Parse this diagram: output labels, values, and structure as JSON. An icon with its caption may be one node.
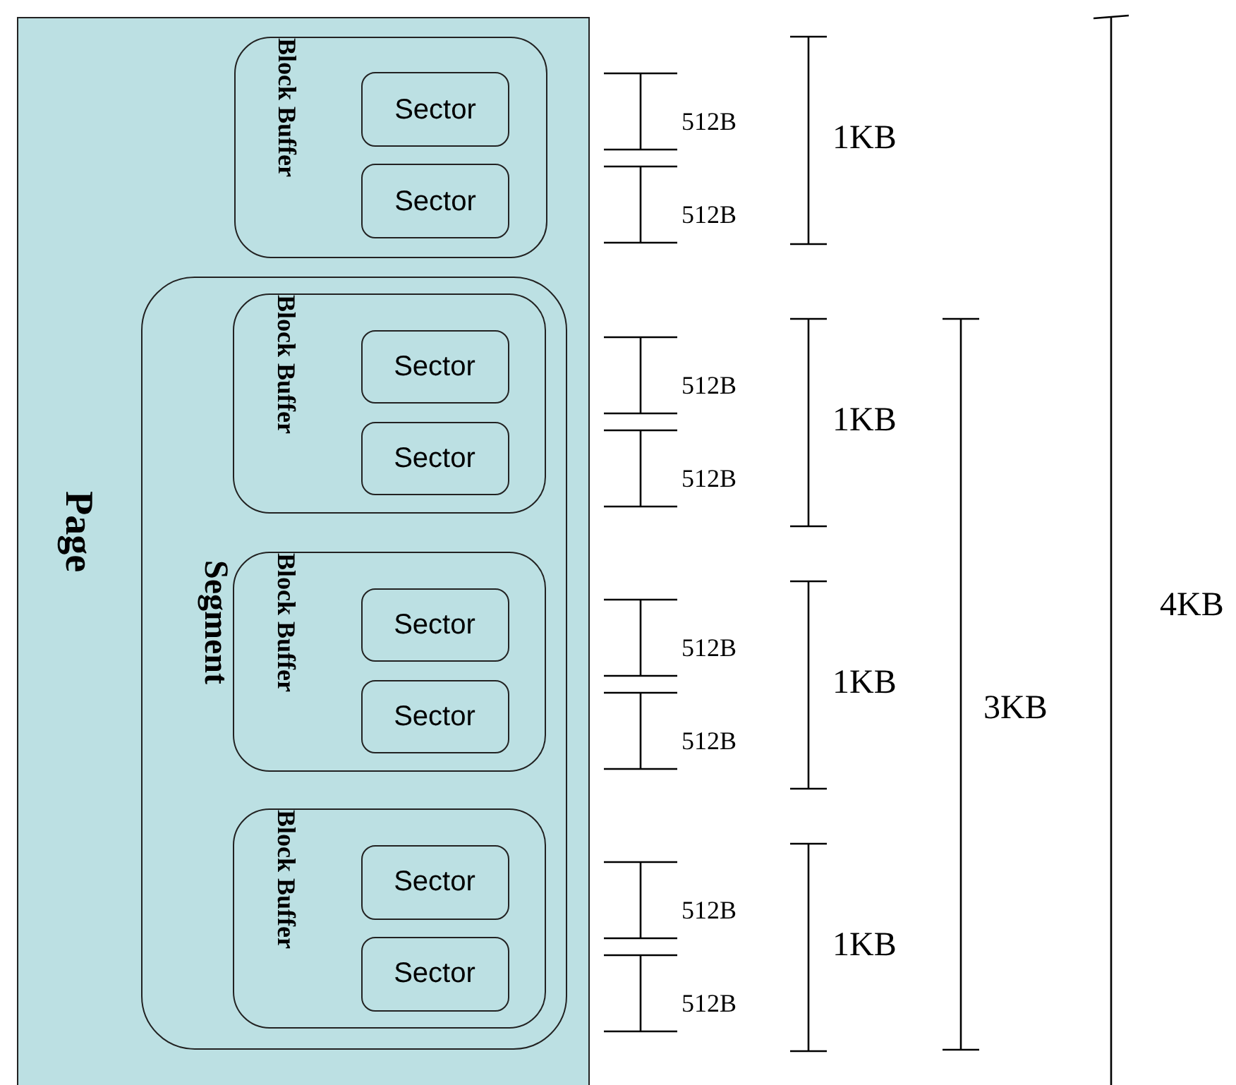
{
  "diagram": {
    "nodes": [
      {
        "text": [
          "Page"
        ]
      },
      {
        "text": [
          "Block Buffer"
        ],
        "in": 0
      },
      {
        "text": [
          "Sector"
        ],
        "in": 1
      },
      {
        "text": [
          "Sector"
        ],
        "in": 1
      },
      {
        "text": [
          "Segment"
        ],
        "in": 0
      },
      {
        "text": [
          "Block Buffer"
        ],
        "in": 4
      },
      {
        "text": [
          "Sector"
        ],
        "in": 5
      },
      {
        "text": [
          "Sector"
        ],
        "in": 5
      },
      {
        "text": [
          "Block Buffer"
        ],
        "in": 4
      },
      {
        "text": [
          "Sector"
        ],
        "in": 8
      },
      {
        "text": [
          "Sector"
        ],
        "in": 8
      },
      {
        "text": [
          "Block Buffer"
        ],
        "in": 4
      },
      {
        "text": [
          "Sector"
        ],
        "in": 11
      },
      {
        "text": [
          "Sector"
        ],
        "in": 11
      }
    ],
    "edges": [],
    "labels": [
      "512B",
      "512B",
      "1KB",
      "512B",
      "512B",
      "1KB",
      "512B",
      "512B",
      "1KB",
      "512B",
      "512B",
      "1KB",
      "3KB",
      "4KB"
    ]
  }
}
